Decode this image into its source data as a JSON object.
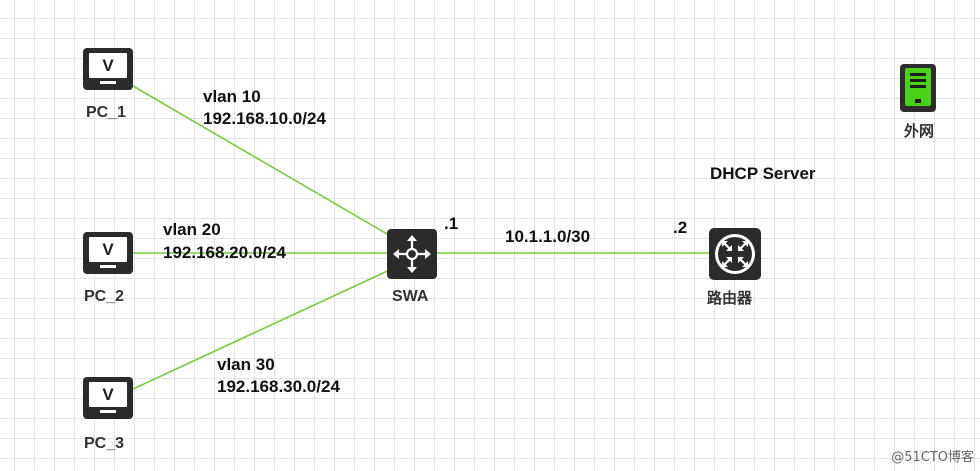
{
  "colors": {
    "link": "#7bc843",
    "device": "#2b2b2b",
    "server_green": "#4ad016"
  },
  "devices": {
    "pc1": {
      "label": "PC_1",
      "screen": "V",
      "icon": "pc-monitor-icon"
    },
    "pc2": {
      "label": "PC_2",
      "screen": "V",
      "icon": "pc-monitor-icon"
    },
    "pc3": {
      "label": "PC_3",
      "screen": "V",
      "icon": "pc-monitor-icon"
    },
    "swa": {
      "label": "SWA",
      "icon": "l3-switch-icon"
    },
    "router": {
      "label": "路由器",
      "icon": "router-icon"
    },
    "internet": {
      "label": "外网",
      "icon": "server-icon"
    }
  },
  "vlans": [
    {
      "name": "vlan 10",
      "subnet": "192.168.10.0/24"
    },
    {
      "name": "vlan 20",
      "subnet": "192.168.20.0/24"
    },
    {
      "name": "vlan 30",
      "subnet": "192.168.30.0/24"
    }
  ],
  "uplink": {
    "subnet": "10.1.1.0/30",
    "swa_ip": ".1",
    "router_ip": ".2"
  },
  "dhcp_label": "DHCP Server",
  "watermark": "@51CTO博客"
}
